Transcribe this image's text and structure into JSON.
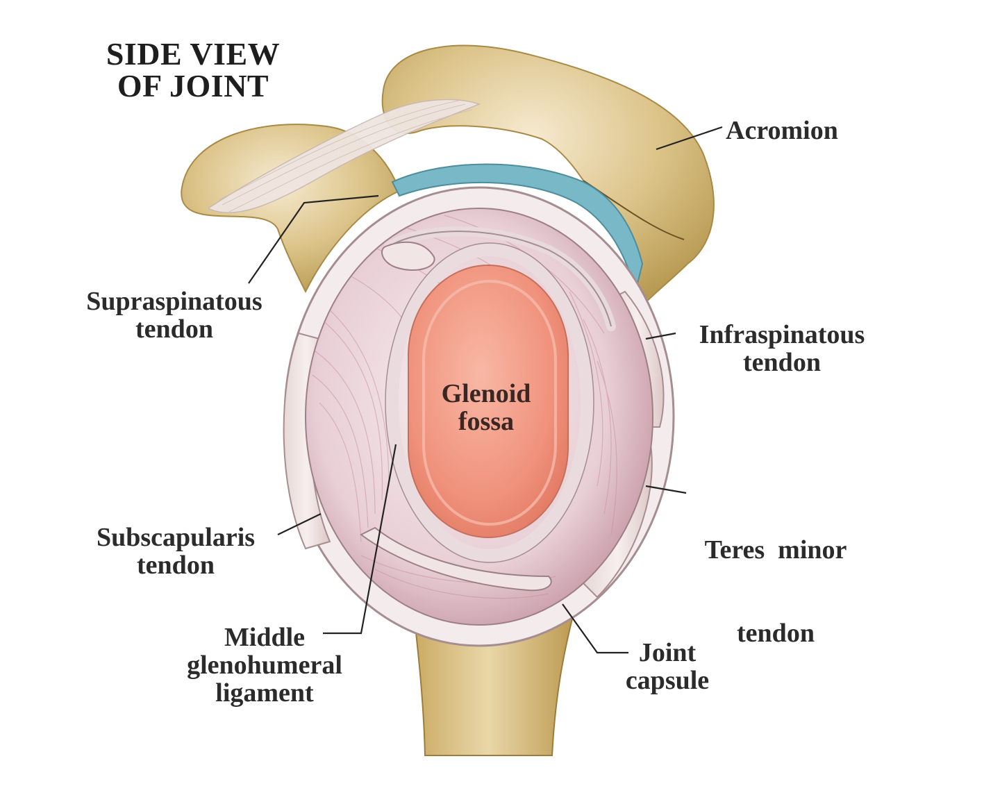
{
  "title": {
    "line1": "SIDE VIEW",
    "line2": "OF JOINT"
  },
  "labels": {
    "acromion": "Acromion",
    "supraspinatous": {
      "line1": "Supraspinatous",
      "line2": "tendon"
    },
    "infraspinatous": {
      "line1": "Infraspinatous",
      "line2": "tendon"
    },
    "glenoid": {
      "line1": "Glenoid",
      "line2": "fossa"
    },
    "teres_minor": {
      "line1": "Teres  minor",
      "line2": "tendon"
    },
    "subscapularis": {
      "line1": "Subscapularis",
      "line2": "tendon"
    },
    "middle_glenohumeral": {
      "line1": "Middle",
      "line2": "glenohumeral",
      "line3": "ligament"
    },
    "joint_capsule": {
      "line1": "Joint",
      "line2": "capsule"
    }
  },
  "colors": {
    "bone": "#dcc48a",
    "bone_dark": "#b89a52",
    "cartilage": "#f19a86",
    "capsule": "#efe1e3",
    "muscle_fibers": "#c9909c",
    "bursa": "#79b8c6",
    "ligament": "#eae0dc",
    "leader_line": "#222222"
  }
}
